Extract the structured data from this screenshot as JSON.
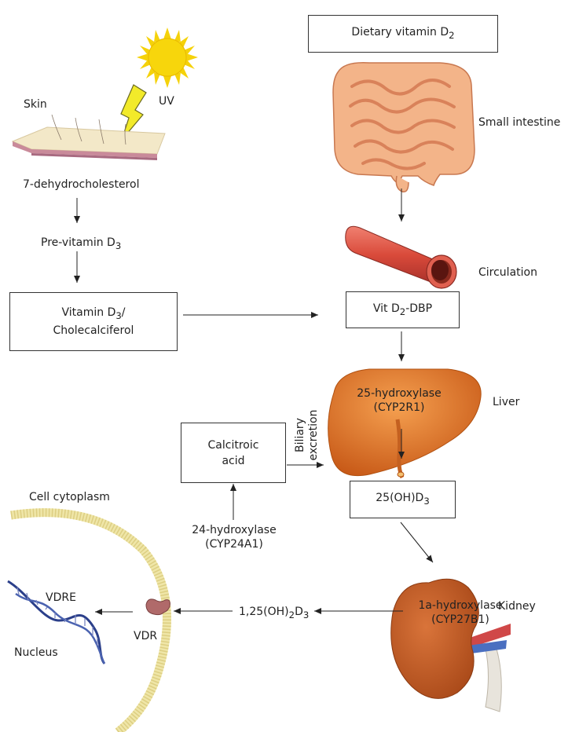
{
  "labels": {
    "skin": "Skin",
    "uv": "UV",
    "seven_dhc": "7-dehydrocholesterol",
    "previtamin_pre": "Pre-vitamin D",
    "previtamin_sub": "3",
    "small_intestine": "Small intestine",
    "circulation": "Circulation",
    "liver": "Liver",
    "kidney": "Kidney",
    "cell_cytoplasm": "Cell cytoplasm",
    "nucleus": "Nucleus",
    "vdre": "VDRE",
    "vdr": "VDR",
    "biliary": "Biliary",
    "excretion": "excretion",
    "hydroxylase25": "25-hydroxylase",
    "cyp2r1": "(CYP2R1)",
    "hydroxylase24": "24-hydroxylase",
    "cyp24a1": "(CYP24A1)",
    "hydroxylase1a": "1a-hydroxylase",
    "cyp27b1": "(CYP27B1)",
    "calcitriol_pre": "1,25(OH)",
    "calcitriol_sub1": "2",
    "calcitriol_mid": "D",
    "calcitriol_sub2": "3"
  },
  "boxes": {
    "dietary_pre": "Dietary vitamin D",
    "dietary_sub": "2",
    "vitd3_line1_pre": "Vitamin D",
    "vitd3_line1_sub": "3",
    "vitd3_line1_post": "/",
    "vitd3_line2": "Cholecalciferol",
    "vitd2dbp_pre": "Vit D",
    "vitd2dbp_sub": "2",
    "vitd2dbp_post": "-DBP",
    "calcitroic_line1": "Calcitroic",
    "calcitroic_line2": "acid",
    "oh25_pre": "25(OH)D",
    "oh25_sub": "3"
  },
  "colors": {
    "sun": "#f5d20a",
    "lightning": "#f2ea2a",
    "intestine": "#f0a070",
    "vessel": "#d94a3a",
    "liver": "#e0782a",
    "kidney": "#c25a26",
    "membrane": "#efe6a8",
    "dna": "#2b3f8a",
    "vdr": "#b06a6a"
  }
}
